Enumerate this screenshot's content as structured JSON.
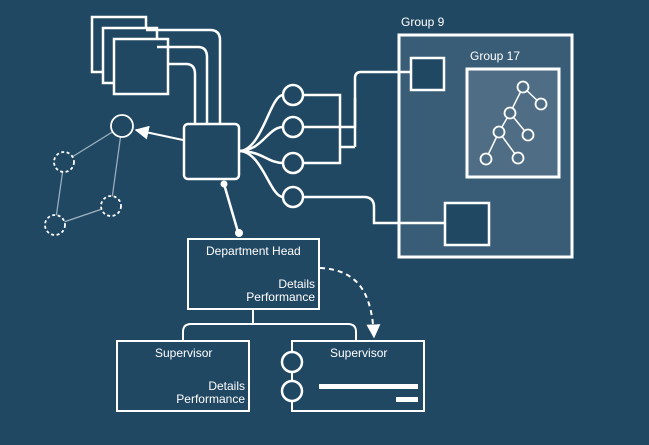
{
  "colors": {
    "background": "#214863",
    "stroke": "#ffffff",
    "group_fill": "#3a5d77",
    "group_inner_fill": "#4f6e86"
  },
  "groups": {
    "outer_label": "Group 9",
    "inner_label": "Group 17"
  },
  "department_head": {
    "title": "Department Head",
    "details": "Details",
    "performance": "Performance"
  },
  "supervisor_left": {
    "title": "Supervisor",
    "details": "Details",
    "performance": "Performance"
  },
  "supervisor_right": {
    "title": "Supervisor"
  }
}
